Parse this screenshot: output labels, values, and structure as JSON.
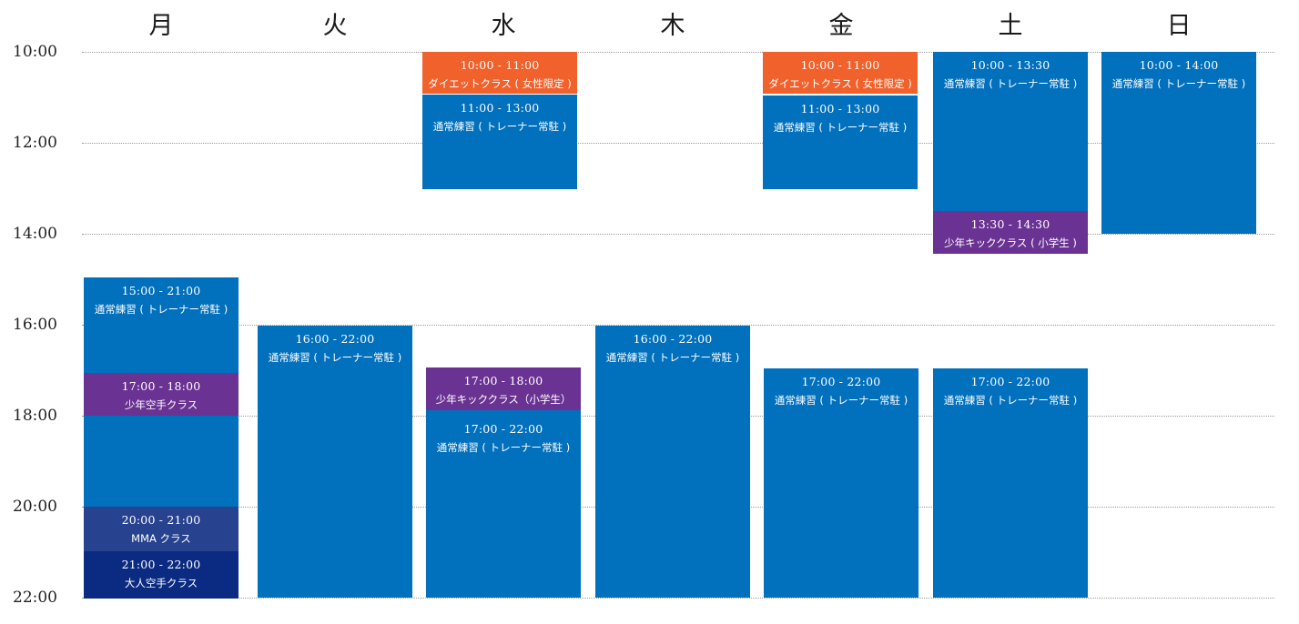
{
  "days": [
    "月",
    "火",
    "水",
    "木",
    "金",
    "土",
    "日"
  ],
  "times": [
    "10:00",
    "12:00",
    "14:00",
    "16:00",
    "18:00",
    "20:00",
    "22:00"
  ],
  "colors": {
    "regular": "#0170bd",
    "diet": "#f0612c",
    "kids": "#6a3293",
    "mma": "#27438f",
    "adult": "#0b2b82"
  },
  "blocks": {
    "mon_regular": {
      "time": "15:00 - 21:00",
      "name": "通常練習 ( トレーナー常駐 )"
    },
    "mon_karate": {
      "time": "17:00 - 18:00",
      "name": "少年空手クラス"
    },
    "mon_mma": {
      "time": "20:00 - 21:00",
      "name": "MMA クラス"
    },
    "mon_adult": {
      "time": "21:00 - 22:00",
      "name": "大人空手クラス"
    },
    "tue_regular": {
      "time": "16:00 - 22:00",
      "name": "通常練習 ( トレーナー常駐 )"
    },
    "wed_diet": {
      "time": "10:00 - 11:00",
      "name": "ダイエットクラス ( 女性限定 )"
    },
    "wed_regular1": {
      "time": "11:00 - 13:00",
      "name": "通常練習 ( トレーナー常駐 )"
    },
    "wed_kick": {
      "time": "17:00 - 18:00",
      "name": "少年キッククラス（小学生）"
    },
    "wed_regular2": {
      "time": "17:00 - 22:00",
      "name": "通常練習 ( トレーナー常駐 )"
    },
    "thu_regular": {
      "time": "16:00 - 22:00",
      "name": "通常練習 ( トレーナー常駐 )"
    },
    "fri_diet": {
      "time": "10:00 - 11:00",
      "name": "ダイエットクラス ( 女性限定 )"
    },
    "fri_regular1": {
      "time": "11:00 - 13:00",
      "name": "通常練習 ( トレーナー常駐 )"
    },
    "fri_regular2": {
      "time": "17:00 - 22:00",
      "name": "通常練習 ( トレーナー常駐 )"
    },
    "sat_regular1": {
      "time": "10:00 - 13:30",
      "name": "通常練習 ( トレーナー常駐 )"
    },
    "sat_kick": {
      "time": "13:30 - 14:30",
      "name": "少年キッククラス ( 小学生 )"
    },
    "sat_regular2": {
      "time": "17:00 - 22:00",
      "name": "通常練習 ( トレーナー常駐 )"
    },
    "sun_regular": {
      "time": "10:00 - 14:00",
      "name": "通常練習 ( トレーナー常駐 )"
    }
  }
}
